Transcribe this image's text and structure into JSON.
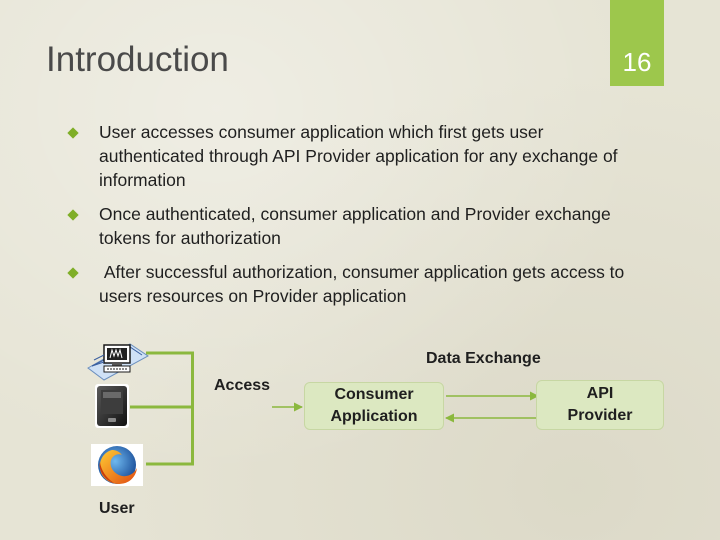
{
  "slide": {
    "title": "Introduction",
    "page_number": "16",
    "accent_color": "#9dc74c"
  },
  "bullets": [
    {
      "text": "User accesses consumer application which first gets user authenticated through API Provider application for any exchange of information"
    },
    {
      "text": "Once authenticated, consumer application and Provider exchange tokens for authorization"
    },
    {
      "text": " After successful authorization, consumer application gets access to users resources on Provider application"
    }
  ],
  "diagram": {
    "user_label": "User",
    "access_label": "Access",
    "data_exchange_label": "Data Exchange",
    "consumer_label": "Consumer Application",
    "provider_label": "API Provider",
    "user_devices": [
      "computer-icon",
      "mobile-phone-icon",
      "firefox-browser-icon"
    ]
  }
}
